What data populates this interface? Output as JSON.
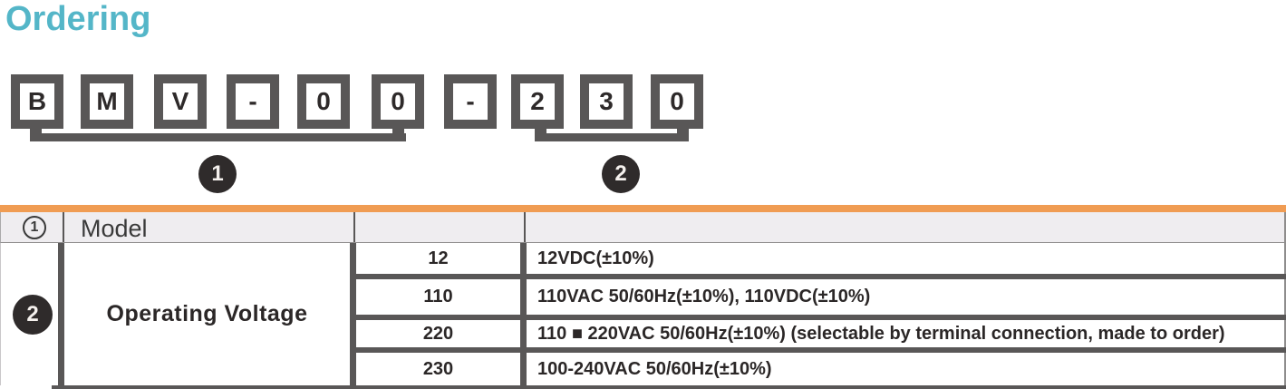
{
  "title": "Ordering",
  "colors": {
    "accent_teal": "#54b6c8",
    "header_orange": "#f09c53",
    "line_gray": "#595757",
    "header_bg": "#efedf0",
    "text_dark": "#2b2727"
  },
  "part_number": {
    "boxes": [
      "B",
      "M",
      "V",
      "-",
      "0",
      "0",
      "-",
      "2",
      "3",
      "0"
    ],
    "groups": [
      {
        "digit": "1"
      },
      {
        "digit": "2"
      }
    ]
  },
  "table": {
    "header": {
      "index_digit": "1",
      "model_label": "Model"
    },
    "body": {
      "index_digit": "2",
      "category": "Operating Voltage",
      "options": [
        {
          "code": "12",
          "description": "12VDC(±10%)"
        },
        {
          "code": "110",
          "description": "110VAC 50/60Hz(±10%), 110VDC(±10%)"
        },
        {
          "code": "220",
          "description": "110 ■ 220VAC 50/60Hz(±10%) (selectable by terminal connection, made to order)"
        },
        {
          "code": "230",
          "description": "100-240VAC 50/60Hz(±10%)"
        }
      ]
    }
  }
}
